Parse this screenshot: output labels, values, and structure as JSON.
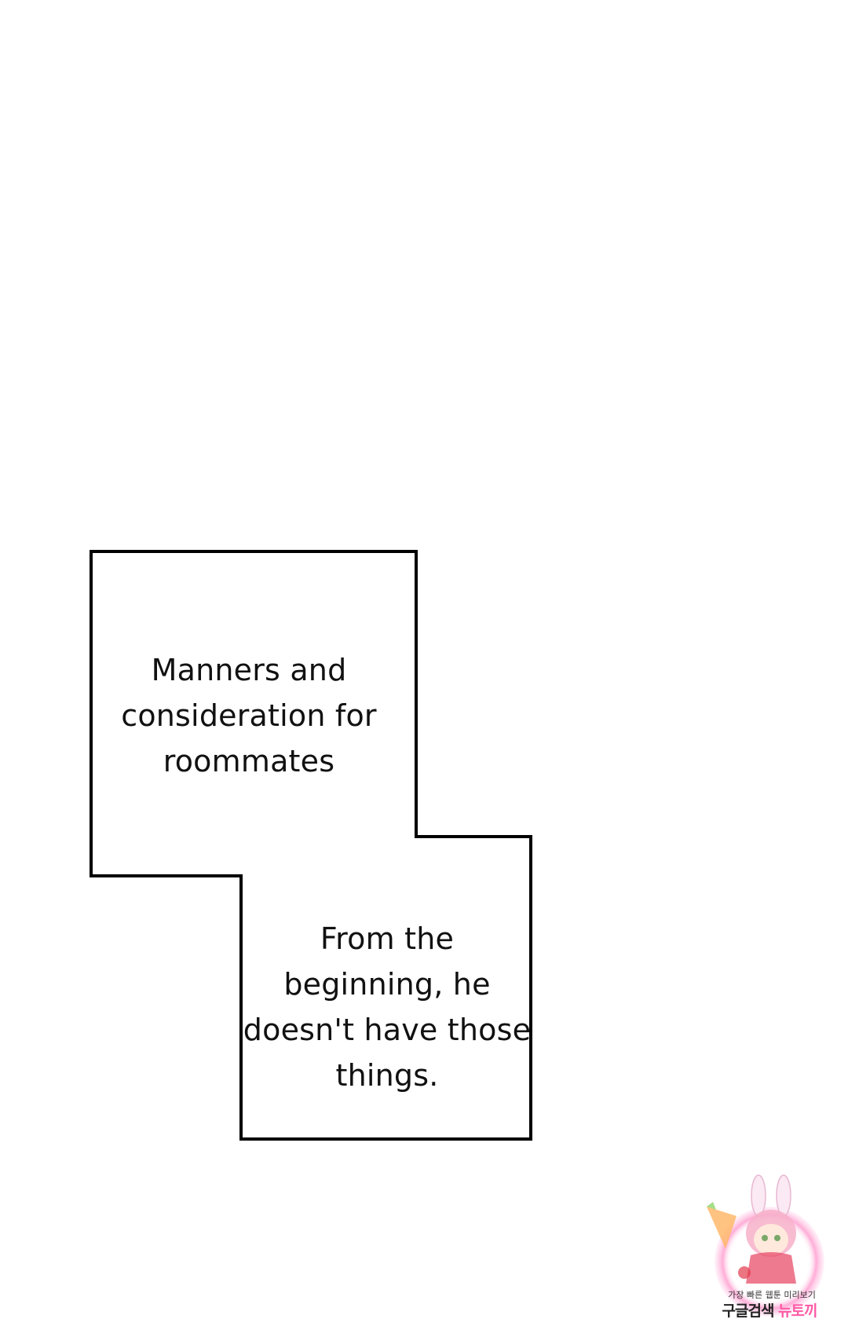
{
  "panel": {
    "box1": {
      "lines": [
        "Manners and",
        "consideration for",
        "roommates"
      ]
    },
    "box2": {
      "lines": [
        "From the",
        "beginning, he",
        "doesn't have those",
        "things."
      ]
    }
  },
  "watermark": {
    "small_text": "가장 빠른 웹툰 미리보기",
    "large_text_main": "구글검색",
    "large_text_accent": "뉴토끼",
    "accent_color": "#ff5aa5"
  }
}
